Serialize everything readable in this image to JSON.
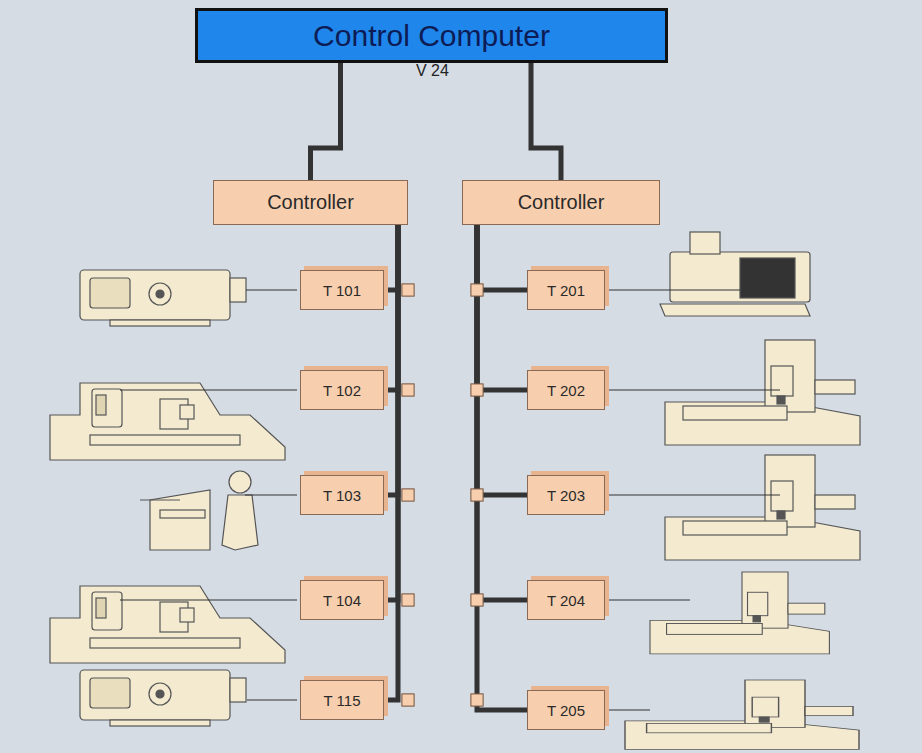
{
  "diagram": {
    "nodes": [
      {
        "text": [
          "Control Computer"
        ]
      },
      {
        "text": [
          "Controller"
        ]
      },
      {
        "text": [
          "Controller"
        ]
      },
      {
        "text": [
          "T 101"
        ]
      },
      {
        "text": [
          "T 102"
        ]
      },
      {
        "text": [
          "T 103"
        ]
      },
      {
        "text": [
          "T 104"
        ]
      },
      {
        "text": [
          "T 115"
        ]
      },
      {
        "text": [
          "T 201"
        ]
      },
      {
        "text": [
          "T 202"
        ]
      },
      {
        "text": [
          "T 203"
        ]
      },
      {
        "text": [
          "T 204"
        ]
      },
      {
        "text": [
          "T 205"
        ]
      }
    ],
    "edges": [
      {
        "from": 0,
        "to": 1,
        "arrow": "none"
      },
      {
        "from": 0,
        "to": 2,
        "arrow": "none"
      },
      {
        "from": 1,
        "to": 3,
        "arrow": "none"
      },
      {
        "from": 1,
        "to": 4,
        "arrow": "none"
      },
      {
        "from": 1,
        "to": 5,
        "arrow": "none"
      },
      {
        "from": 1,
        "to": 6,
        "arrow": "none"
      },
      {
        "from": 1,
        "to": 7,
        "arrow": "none"
      },
      {
        "from": 2,
        "to": 8,
        "arrow": "none"
      },
      {
        "from": 2,
        "to": 9,
        "arrow": "none"
      },
      {
        "from": 2,
        "to": 10,
        "arrow": "none"
      },
      {
        "from": 2,
        "to": 11,
        "arrow": "none"
      },
      {
        "from": 2,
        "to": 12,
        "arrow": "none"
      }
    ],
    "labels": [
      "V 24"
    ]
  }
}
